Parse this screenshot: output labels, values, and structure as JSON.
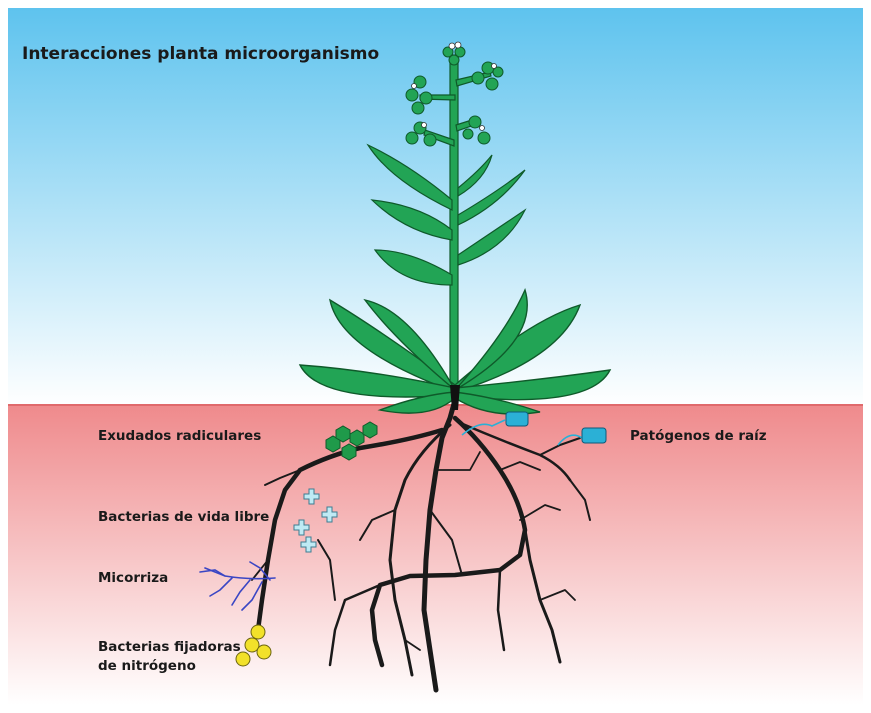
{
  "title": "Interacciones planta microorganismo",
  "labels": {
    "exudates": "Exudados radiculares",
    "pathogens": "Patógenos de raíz",
    "free_living_bacteria": "Bacterias de vida libre",
    "mycorrhiza": "Micorriza",
    "nitrogen_fixing_line1": "Bacterias fijadoras",
    "nitrogen_fixing_line2": "de nitrógeno"
  },
  "colors": {
    "sky_top": "#5ec3ee",
    "sky_bottom": "#ffffff",
    "soil_top": "#ef8a8c",
    "soil_bottom": "#ffffff",
    "plant_green": "#22a455",
    "leaf_outline": "#0f5a2a",
    "root": "#1a1a1a",
    "exudate": "#1f9a4a",
    "pathogen": "#2bb0d6",
    "free_bacteria": "#bfeaf4",
    "mycorrhiza": "#3a46c4",
    "n_fixer": "#f2e12a"
  }
}
